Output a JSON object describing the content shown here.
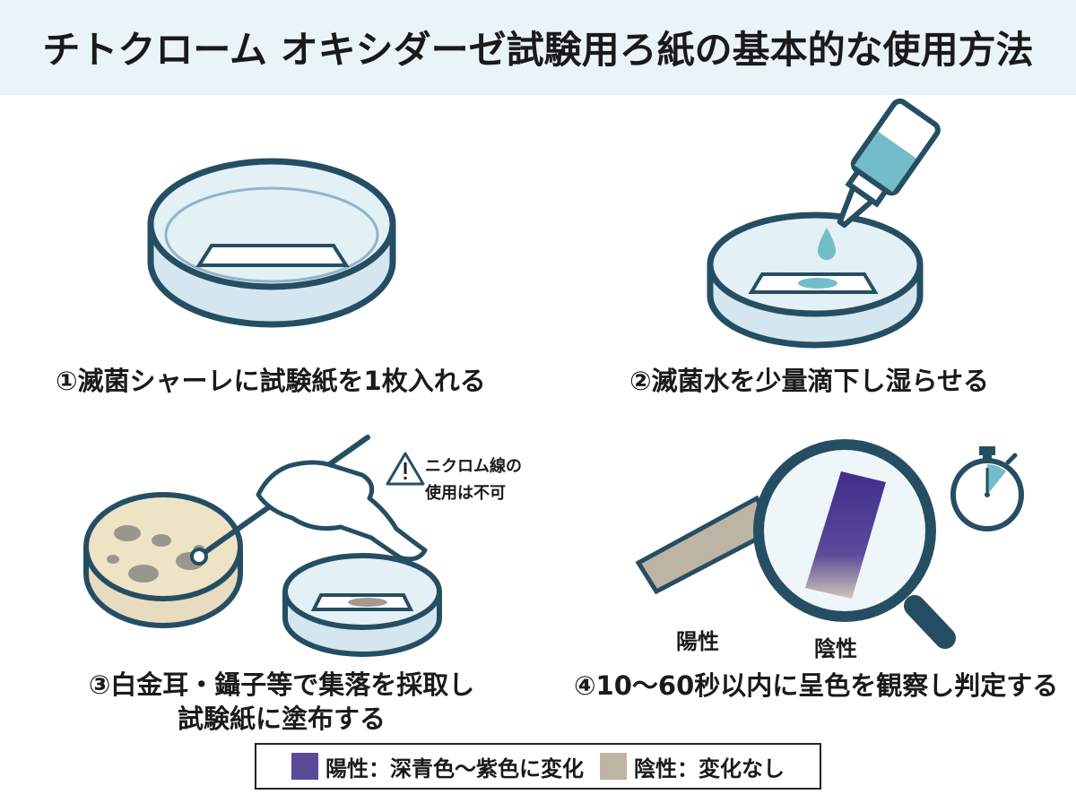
{
  "title": "チトクローム オキシダーゼ試験用ろ紙の基本的な使用方法",
  "steps": [
    {
      "caption": "①滅菌シャーレに試験紙を1枚入れる"
    },
    {
      "caption": "②滅菌水を少量滴下し湿らせる"
    },
    {
      "caption_line1": "③白金耳・鑷子等で集落を採取し",
      "caption_line2": "試験紙に塗布する",
      "warning_line1": "ニクロム線の",
      "warning_line2": "使用は不可"
    },
    {
      "caption": "④10〜60秒以内に呈色を観察し判定する",
      "positive_label": "陽性",
      "negative_label": "陰性"
    }
  ],
  "legend": {
    "positive": {
      "text": "陽性：深青色〜紫色に変化",
      "color": "#5a4a9a"
    },
    "negative": {
      "text": "陰性：変化なし",
      "color": "#bdb4a4"
    }
  },
  "colors": {
    "outline": "#264e63",
    "glass": "#d4e7f0",
    "water": "#73bdca",
    "title_bg": "#e9f3f8"
  }
}
